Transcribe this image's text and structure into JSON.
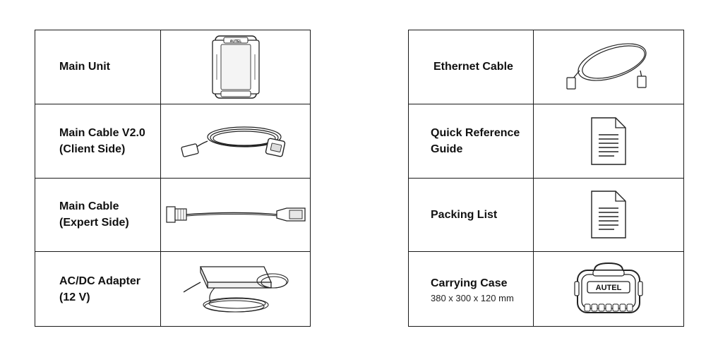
{
  "left_table": [
    {
      "name": "Main Unit",
      "image": "main-unit-device"
    },
    {
      "name": "Main Cable V2.0\n(Client Side)",
      "image": "coiled-obd-cable"
    },
    {
      "name": "Main Cable\n(Expert Side)",
      "image": "straight-obd-cable"
    },
    {
      "name": "AC/DC Adapter\n(12 V)",
      "image": "power-adapter"
    }
  ],
  "right_table": [
    {
      "name": "Ethernet Cable",
      "image": "ethernet-cable"
    },
    {
      "name": "Quick Reference\nGuide",
      "image": "document"
    },
    {
      "name": "Packing List",
      "image": "document"
    },
    {
      "name": "Carrying Case",
      "sub": "380 x 300 x 120 mm",
      "image": "carrying-case",
      "brand": "AUTEL"
    }
  ],
  "main_unit_brand": "AUTEL"
}
